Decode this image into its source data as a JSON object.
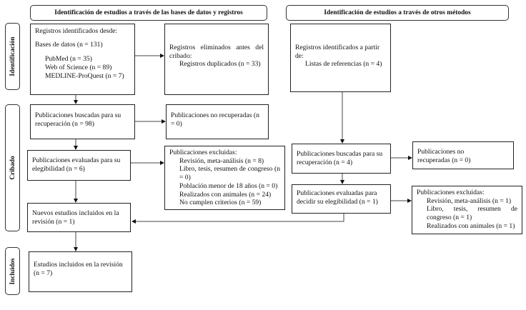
{
  "headers": {
    "databases": "Identificación de estudios a través de las bases de datos y registros",
    "other": "Identificación de estudios a través de otros métodos"
  },
  "phases": {
    "identification": "Identificación",
    "screening": "Cribado",
    "included": "Incluidos"
  },
  "left": {
    "identified": {
      "title": "Registros identificados desde:",
      "databases": "Bases de datos (n = 131)",
      "sources": [
        "PubMed (n = 35)",
        "Web of Science (n = 89)",
        "MEDLINE-ProQuest (n = 7)"
      ]
    },
    "removed": {
      "title": "Registros eliminados antes del cribado:",
      "item": "Registros duplicados (n = 33)"
    },
    "sought": "Publicaciones buscadas para su recuperación (n = 98)",
    "not_retrieved": "Publicaciones no recuperadas (n = 0)",
    "assessed": "Publicaciones evaluadas para su elegibilidad (n = 6)",
    "excluded": {
      "title": "Publicaciones excluidas:",
      "items": [
        "Revisión, meta-análisis (n = 8)",
        "Libro, tesis, resumen de congreso (n = 0)",
        "Población menor de 18 años (n = 0)",
        "Realizados con animales (n = 24)",
        "No cumplen criterios (n = 59)"
      ]
    },
    "new_included": "Nuevos estudios incluidos en la revisión (n = 1)",
    "total_included": "Estudios incluidos en la revisión (n = 7)"
  },
  "right": {
    "identified": {
      "title": "Registros identificados a partir de:",
      "item": "Listas de referencias (n = 4)"
    },
    "sought": "Publicaciones buscadas para su recuperación (n = 4)",
    "not_retrieved": "Publicaciones no recuperadas (n = 0)",
    "assessed": "Publicaciones evaluadas para decidir su elegibilidad (n = 1)",
    "excluded": {
      "title": "Publicaciones excluidas:",
      "items": [
        "Revisión, meta-análisis (n = 1)",
        "Libro, tesis, resumen de congreso (n = 1)",
        "Realizados con animales (n = 1)"
      ]
    }
  }
}
